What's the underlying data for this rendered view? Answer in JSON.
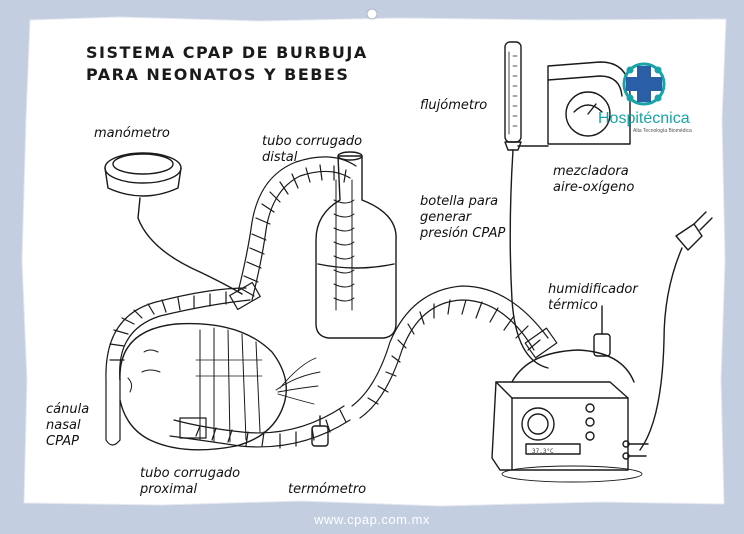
{
  "title": {
    "line1": "SISTEMA CPAP DE BURBUJA",
    "line2": "PARA NEONATOS Y BEBES"
  },
  "labels": {
    "manometro": "manómetro",
    "tubo_distal_1": "tubo corrugado",
    "tubo_distal_2": "distal",
    "flujometro": "flujómetro",
    "mezcladora_1": "mezcladora",
    "mezcladora_2": "aire-oxígeno",
    "botella_1": "botella para",
    "botella_2": "generar",
    "botella_3": "presión CPAP",
    "humidificador_1": "humidificador",
    "humidificador_2": "térmico",
    "canula_1": "cánula",
    "canula_2": "nasal",
    "canula_3": "CPAP",
    "tubo_proximal_1": "tubo corrugado",
    "tubo_proximal_2": "proximal",
    "termometro": "termómetro"
  },
  "logo": {
    "brand": "Hospitécnica",
    "tagline": "Alta Tecnología Biomédica",
    "icon": "medical-cross-icon",
    "color": "#17a3a8"
  },
  "humidifier_display": "37.3°C",
  "footer": "www.cpap.com.mx",
  "colors": {
    "background": "#c3cee0",
    "card": "#ffffff",
    "ink": "#1a1a1a",
    "accent_blue": "#2a5fa8",
    "accent_teal": "#17a3a8"
  }
}
